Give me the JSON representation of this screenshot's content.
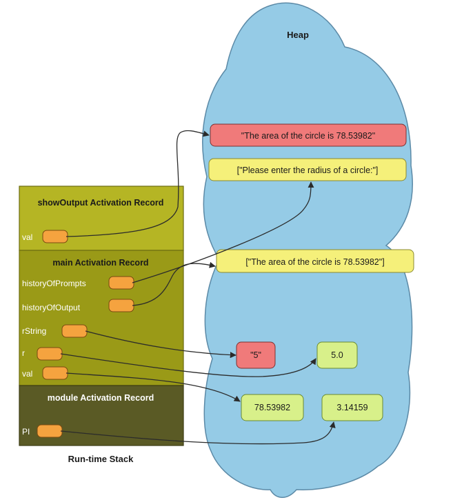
{
  "heap": {
    "title": "Heap",
    "objects": [
      {
        "id": "str_area",
        "text": "\"The area of the circle is 78.53982\"",
        "fill": "#f07a7a"
      },
      {
        "id": "list_prompts",
        "text": "[\"Please enter the radius of a circle:\"]",
        "fill": "#f5f07a"
      },
      {
        "id": "list_output",
        "text": "[\"The area of the circle is 78.53982\"]",
        "fill": "#f5f07a"
      },
      {
        "id": "str_5",
        "text": "\"5\"",
        "fill": "#f07a7a"
      },
      {
        "id": "float_5",
        "text": "5.0",
        "fill": "#d8f08a"
      },
      {
        "id": "float_area",
        "text": "78.53982",
        "fill": "#d8f08a"
      },
      {
        "id": "float_pi",
        "text": "3.14159",
        "fill": "#d8f08a"
      }
    ]
  },
  "stack": {
    "label": "Run-time Stack",
    "records": [
      {
        "title": "showOutput Activation Record",
        "fill": "#b5b524",
        "vars": [
          {
            "name": "val",
            "ref": "str_area"
          }
        ]
      },
      {
        "title": "main Activation Record",
        "fill": "#9a9a17",
        "vars": [
          {
            "name": "historyOfPrompts",
            "ref": "list_prompts"
          },
          {
            "name": "historyOfOutput",
            "ref": "list_output"
          },
          {
            "name": "rString",
            "ref": "str_5"
          },
          {
            "name": "r",
            "ref": "float_5"
          },
          {
            "name": "val",
            "ref": "float_area"
          }
        ]
      },
      {
        "title": "module Activation Record",
        "fill": "#5a5a25",
        "vars": [
          {
            "name": "PI",
            "ref": "float_pi"
          }
        ]
      }
    ]
  },
  "colors": {
    "cloud": "#95cbe6",
    "ref_box": "#f5a33f",
    "arrow": "#2b2b2b"
  }
}
